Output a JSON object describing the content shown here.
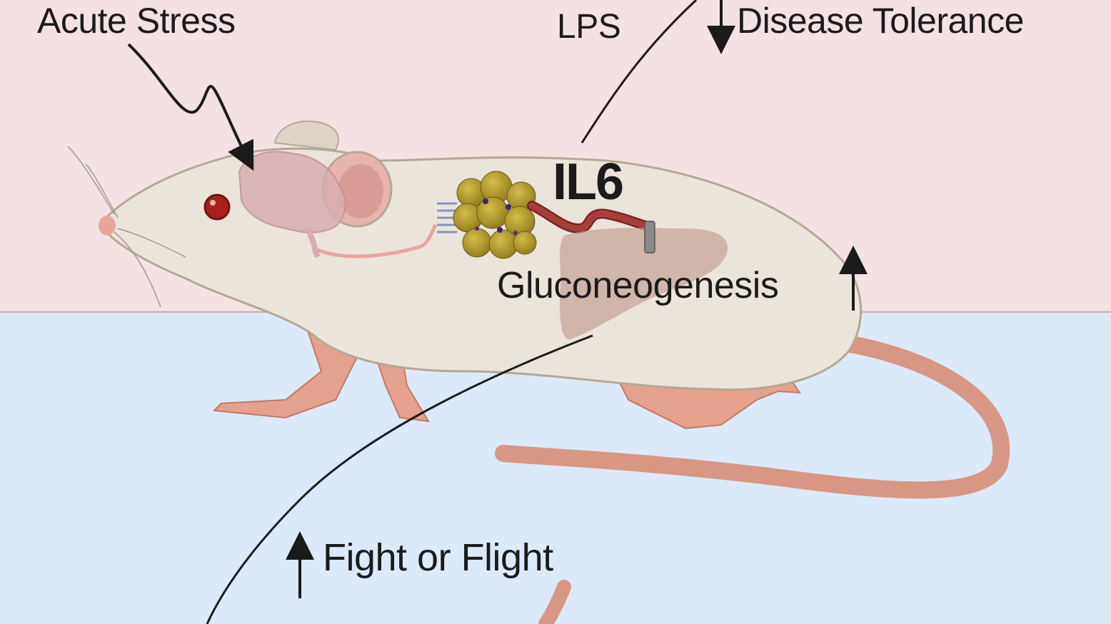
{
  "labels": {
    "acute_stress": "Acute Stress",
    "lps": "LPS",
    "disease_tolerance": "Disease Tolerance",
    "il6": "IL6",
    "gluconeogenesis": "Gluconeogenesis",
    "fight_or_flight": "Fight or Flight"
  },
  "directions": {
    "disease_tolerance": "down",
    "gluconeogenesis": "up",
    "fight_or_flight": "up"
  },
  "colors": {
    "top_panel": "#f3e1e3",
    "bottom_panel": "#dce9f8",
    "mouse_body": "#ebe4da",
    "tail": "#d89685",
    "brain": "#d7aeb2",
    "brown_fat": "#b49a2e",
    "vessel": "#a83e3a",
    "liver": "#c7a59b"
  },
  "icons": [
    "mouse-illustration",
    "brain-icon",
    "brown-adipose-icon",
    "liver-icon",
    "blood-vessel-icon",
    "nerve-icon"
  ]
}
